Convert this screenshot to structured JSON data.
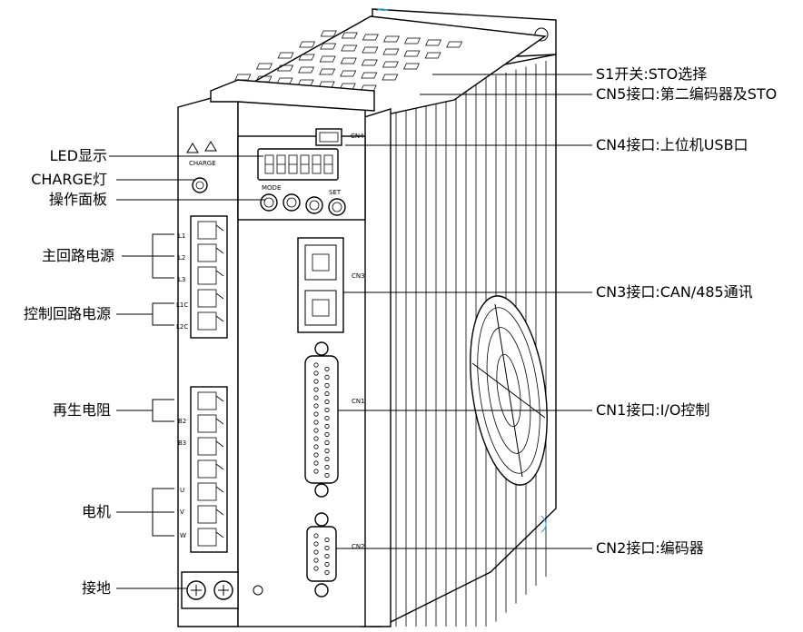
{
  "labels_left": {
    "led": "LED显示",
    "charge": "CHARGE灯",
    "panel": "操作面板",
    "main_power": "主回路电源",
    "control_power": "控制回路电源",
    "regen": "再生电阻",
    "motor": "电机",
    "ground": "接地"
  },
  "labels_right": {
    "s1": "S1开关:STO选择",
    "cn5": "CN5接口:第二编码器及STO",
    "cn4": "CN4接口:上位机USB口",
    "cn3": "CN3接口:CAN/485通讯",
    "cn1": "CN1接口:I/O控制",
    "cn2": "CN2接口:编码器"
  },
  "device_marks": {
    "charge": "CHARGE",
    "mode": "MODE",
    "set": "SET",
    "l1": "L1",
    "l2": "L2",
    "l3": "L3",
    "l1c": "L1C",
    "l2c": "L2C",
    "b2": "B2",
    "b3": "B3",
    "u": "U",
    "v": "V",
    "w": "W",
    "cn4": "CN4",
    "cn3": "CN3",
    "cn1": "CN1",
    "cn2": "CN2"
  }
}
